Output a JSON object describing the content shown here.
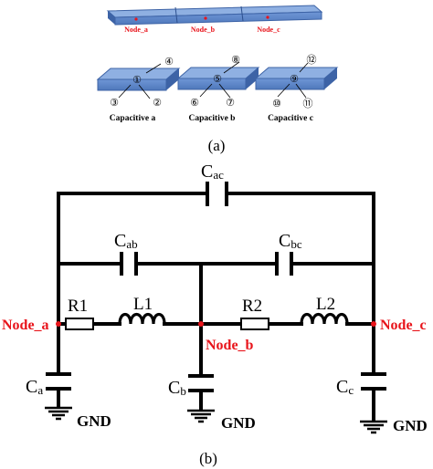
{
  "panel_a": {
    "caption": "(a)",
    "top_nodes": [
      "Node_a",
      "Node_b",
      "Node_c"
    ],
    "blocks": [
      {
        "label": "Capacitive a",
        "marks": [
          "①",
          "②",
          "③",
          "④"
        ]
      },
      {
        "label": "Capacitive b",
        "marks": [
          "⑤",
          "⑥",
          "⑦",
          "⑧"
        ]
      },
      {
        "label": "Capacitive c",
        "marks": [
          "⑨",
          "⑩",
          "⑪",
          "⑫"
        ]
      }
    ]
  },
  "panel_b": {
    "caption": "(b)",
    "capacitors": {
      "ac": {
        "main": "C",
        "sub": "ac"
      },
      "ab": {
        "main": "C",
        "sub": "ab"
      },
      "bc": {
        "main": "C",
        "sub": "bc"
      },
      "a": {
        "main": "C",
        "sub": "a"
      },
      "b": {
        "main": "C",
        "sub": "b"
      },
      "c": {
        "main": "C",
        "sub": "c"
      }
    },
    "resistors": {
      "r1": "R1",
      "r2": "R2"
    },
    "inductors": {
      "l1": "L1",
      "l2": "L2"
    },
    "nodes": {
      "a": "Node_a",
      "b": "Node_b",
      "c": "Node_c"
    },
    "ground_label": "GND"
  },
  "colors": {
    "block_top": "#5b83c4",
    "block_side": "#3d63a6",
    "node_red": "#e8141b",
    "wire": "#000000"
  }
}
